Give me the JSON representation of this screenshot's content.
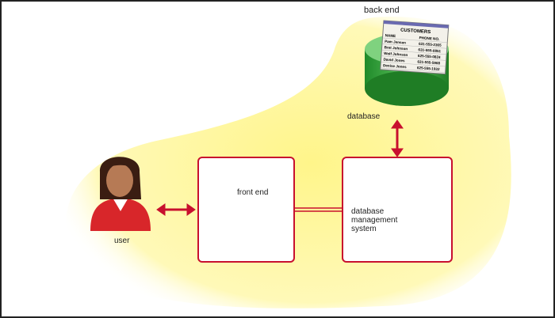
{
  "labels": {
    "back_end": "back end",
    "database": "database",
    "front_end": "front end",
    "user": "user",
    "dbms": [
      "database",
      "management",
      "system"
    ]
  },
  "table": {
    "title": "CUSTOMERS",
    "headers": [
      "NAME",
      "PHONE NO."
    ],
    "rows": [
      [
        "Pam Jensen",
        "631-555-2365"
      ],
      [
        "Bret Johnson",
        "631-555-0851"
      ],
      [
        "Wolf Johnson",
        "625-555-0824"
      ],
      [
        "David Jones",
        "631-555-5968"
      ],
      [
        "Denise Jones",
        "625-555-1932"
      ]
    ]
  },
  "colors": {
    "highlight": "#fff79a",
    "accent": "#c8102e",
    "database": "#3aa63a",
    "server": "#6b3f9e"
  }
}
